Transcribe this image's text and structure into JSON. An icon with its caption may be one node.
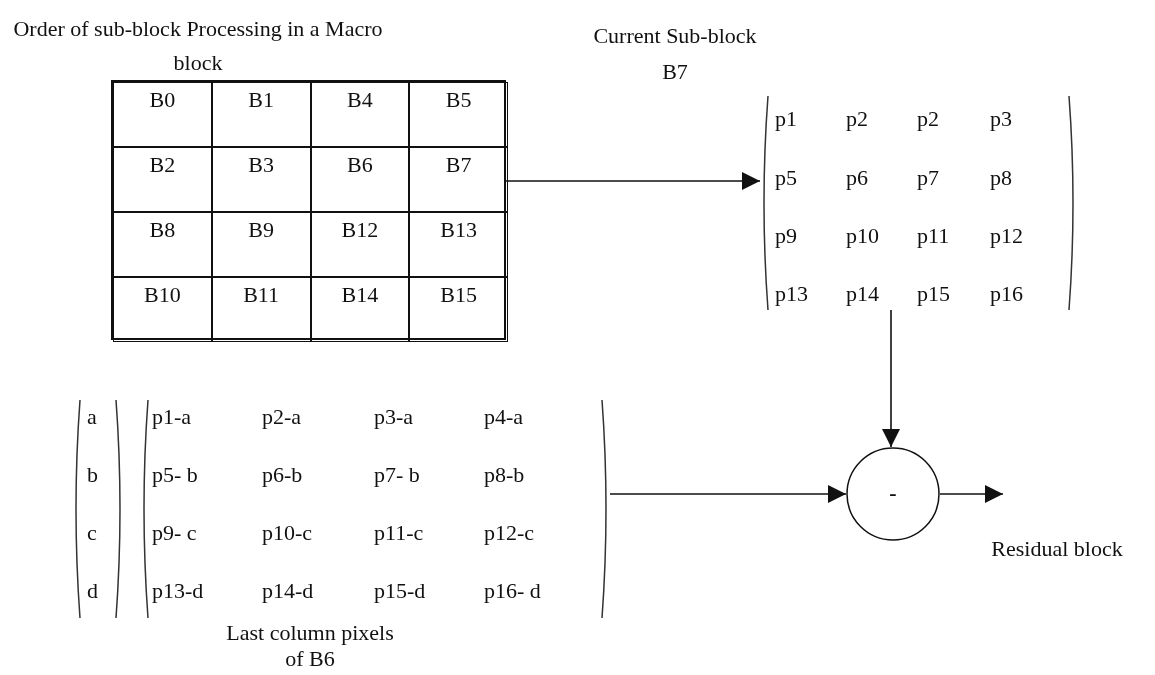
{
  "diagram": {
    "nodes": [
      {
        "text": [
          "Order of sub-block Processing in a Macro block"
        ]
      },
      {
        "text": [
          "B0"
        ],
        "in": 0
      },
      {
        "text": [
          "B1"
        ],
        "in": 0
      },
      {
        "text": [
          "B4"
        ],
        "in": 0
      },
      {
        "text": [
          "B5"
        ],
        "in": 0
      },
      {
        "text": [
          "B2"
        ],
        "in": 0
      },
      {
        "text": [
          "B3"
        ],
        "in": 0
      },
      {
        "text": [
          "B6"
        ],
        "in": 0
      },
      {
        "text": [
          "B7"
        ],
        "in": 0
      },
      {
        "text": [
          "B8"
        ],
        "in": 0
      },
      {
        "text": [
          "B9"
        ],
        "in": 0
      },
      {
        "text": [
          "B12"
        ],
        "in": 0
      },
      {
        "text": [
          "B13"
        ],
        "in": 0
      },
      {
        "text": [
          "B10"
        ],
        "in": 0
      },
      {
        "text": [
          "B11"
        ],
        "in": 0
      },
      {
        "text": [
          "B14"
        ],
        "in": 0
      },
      {
        "text": [
          "B15"
        ],
        "in": 0
      },
      {
        "text": [
          "Current Sub-block B7",
          "p1",
          "p2",
          "p2",
          "p3",
          "p5",
          "p6",
          "p7",
          "p8",
          "p9",
          "p10",
          "p11",
          "p12",
          "p13",
          "p14",
          "p15",
          "p16"
        ]
      },
      {
        "text": [
          "a",
          "b",
          "c",
          "d"
        ]
      },
      {
        "text": [
          "p1-a",
          "p2-a",
          "p3-a",
          "p4-a",
          "p5- b",
          "p6-b",
          "p7- b",
          "p8-b",
          "p9- c",
          "p10-c",
          "p11-c",
          "p12-c",
          "p13-d",
          "p14-d",
          "p15-d",
          "p16- d"
        ]
      },
      {
        "text": [
          "-"
        ]
      }
    ],
    "edges": [
      {
        "from": 8,
        "to": 17,
        "arrow": "to"
      },
      {
        "from": 17,
        "to": 20,
        "arrow": "to"
      },
      {
        "from": 19,
        "to": 20,
        "arrow": "to"
      },
      {
        "from": 20,
        "to": null,
        "arrow": "to"
      }
    ],
    "labels": [
      "Last column pixels of B6",
      "Residual block"
    ]
  }
}
